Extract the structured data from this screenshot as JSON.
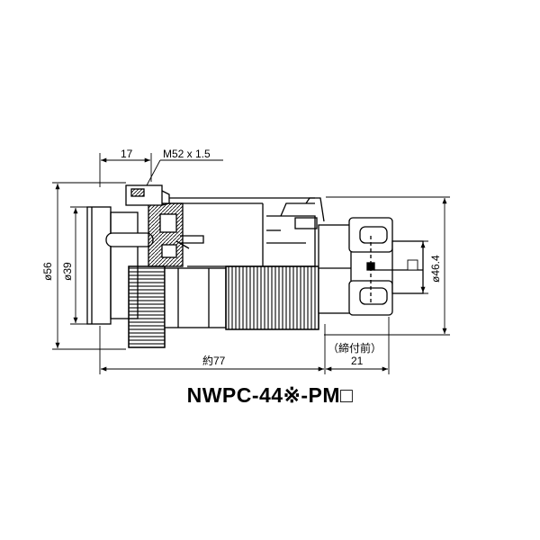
{
  "part_number": "NWPC-44※-PM□",
  "dimensions": {
    "top_offset": "17",
    "thread": "M52 x 1.5",
    "outer_dia": "ø56",
    "inner_dia": "ø39",
    "overall_length": "約77",
    "tightened_label": "（締付前）",
    "tightened_length": "21",
    "right_dia": "ø46.4"
  },
  "side_box_symbol": "□"
}
